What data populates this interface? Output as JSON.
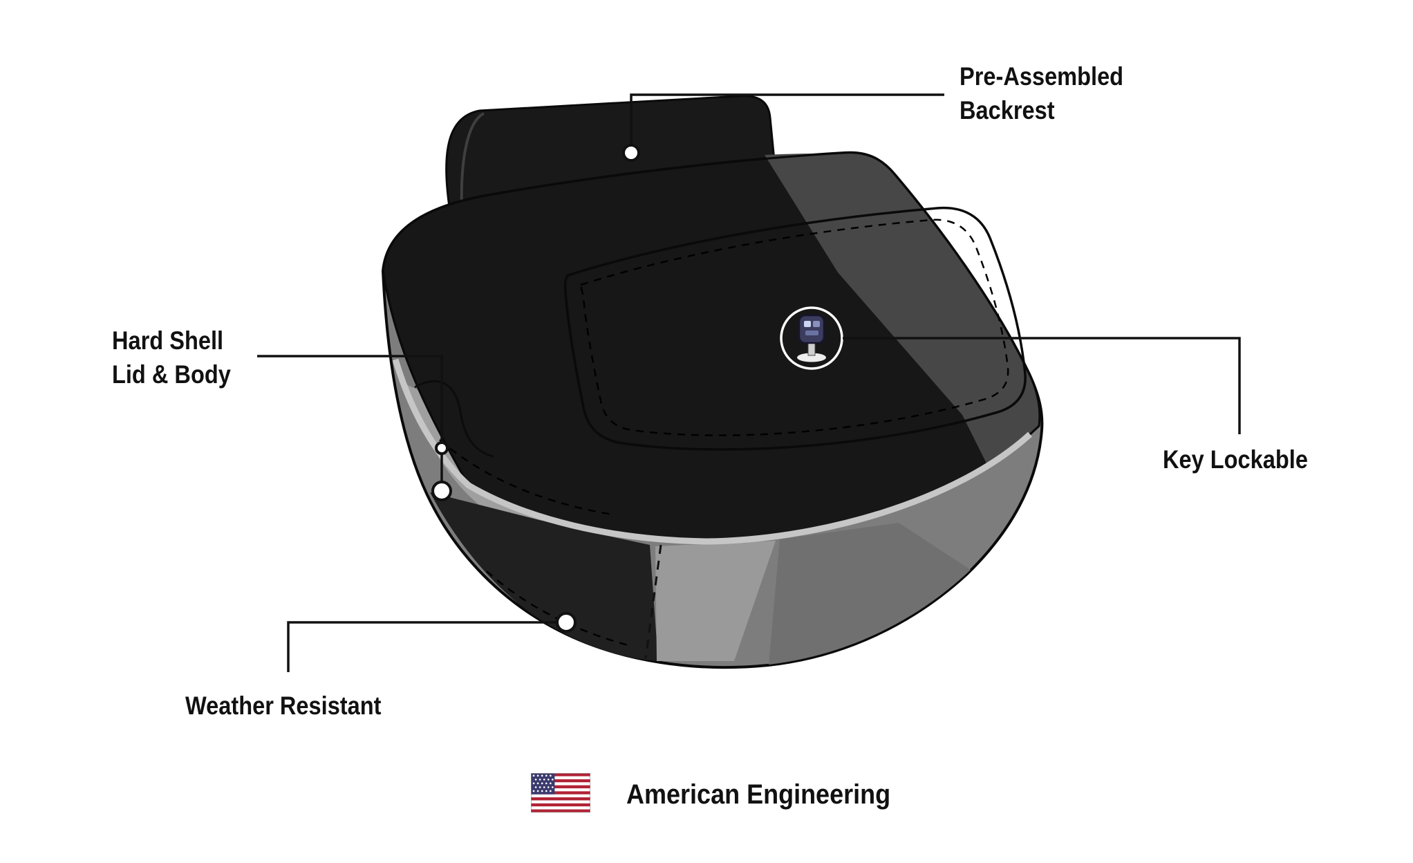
{
  "page": {
    "background": "#ffffff"
  },
  "callouts": {
    "backrest": {
      "line1": "Pre-Assembled",
      "line2": "Backrest"
    },
    "hard_shell": {
      "line1": "Hard Shell",
      "line2": "Lid & Body"
    },
    "key_lockable": {
      "label": "Key Lockable"
    },
    "weather_resistant": {
      "label": "Weather Resistant"
    }
  },
  "footer": {
    "label": "American Engineering"
  },
  "icons": {
    "flag": "us-flag-icon",
    "key": "key-lock-icon"
  },
  "colors": {
    "text": "#111111",
    "callout_line": "#111111",
    "trunk_black": "#171717",
    "body_gray": "#7d7d7d",
    "rim_gray": "#c6c6c6",
    "sheen_gray": "#474747",
    "flag_red": "#B22234",
    "flag_white": "#FFFFFF",
    "flag_blue": "#3C3B6E"
  }
}
